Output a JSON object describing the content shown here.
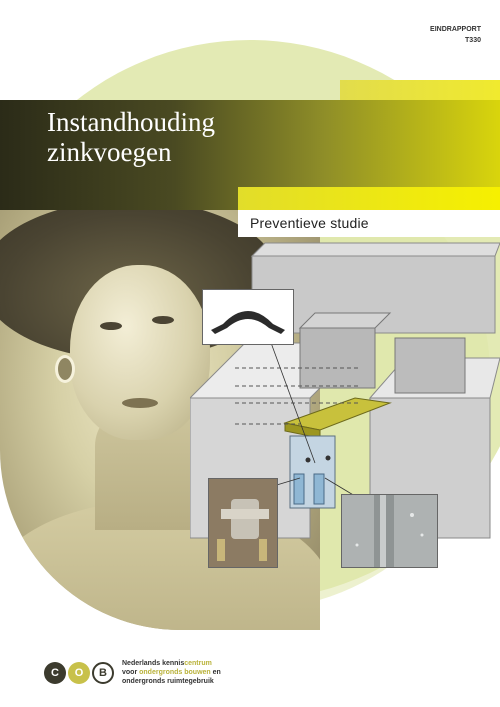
{
  "report": {
    "label": "EINDRAPPORT",
    "number": "T330"
  },
  "title": {
    "line1": "Instandhouding",
    "line2": "zinkvoegen"
  },
  "subtitle": "Preventieve studie",
  "logo": {
    "letters": [
      "C",
      "O",
      "B"
    ],
    "lines": [
      {
        "before": "Nederlands kennis",
        "highlight": "centrum",
        "after": ""
      },
      {
        "before": "voor ",
        "highlight": "ondergronds bouwen",
        "after": " en"
      },
      {
        "before": "ondergronds ruimtegebruik",
        "highlight": "",
        "after": ""
      }
    ]
  },
  "colors": {
    "accent_yellow": "#f0ea2e",
    "olive": "#c8c14a",
    "pale_green": "#e3eab4",
    "dark": "#3c3b2e"
  }
}
